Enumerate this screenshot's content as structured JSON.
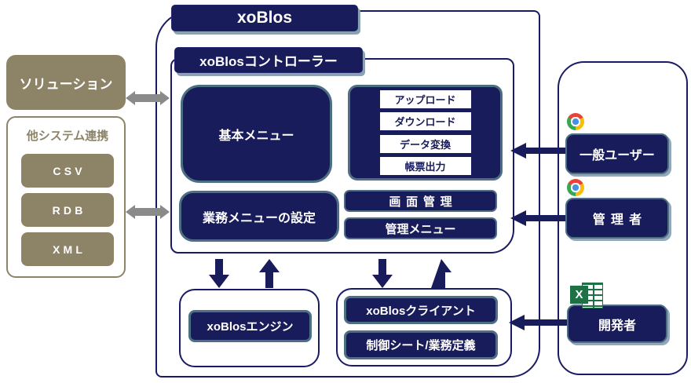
{
  "title": "xoBlos",
  "controller": {
    "label": "xoBlosコントローラー",
    "basic_menu_label": "基本メニュー",
    "functions": [
      "アップロード",
      "ダウンロード",
      "データ変換",
      "帳票出力"
    ],
    "business_menu_settings_label": "業務メニューの設定",
    "screen_management_label": "画面管理",
    "admin_menu_label": "管理メニュー"
  },
  "solution": {
    "label": "ソリューション"
  },
  "other_systems": {
    "label": "他システム連携",
    "formats": [
      "CSV",
      "RDB",
      "XML"
    ]
  },
  "engine": {
    "label": "xoBlosエンジン"
  },
  "client": {
    "label": "xoBlosクライアント",
    "control_sheet_label": "制御シート/業務定義"
  },
  "users": {
    "general_label": "一般ユーザー",
    "admin_label": "管理者",
    "developer_label": "開発者"
  },
  "icons": {
    "chrome": "chrome-browser-icon",
    "excel": "excel-spreadsheet-icon",
    "excel_letter": "X"
  },
  "colors": {
    "navy": "#191c5a",
    "navy_line": "#1a1b66",
    "steel_border": "#4d6f82",
    "olive": "#8d8468",
    "gray_arrow": "#8a8a8a",
    "excel_green": "#1e7145",
    "chrome_red": "#ea4335",
    "chrome_yellow": "#fbbc05",
    "chrome_green": "#34a853",
    "chrome_blue": "#4a90e2"
  }
}
